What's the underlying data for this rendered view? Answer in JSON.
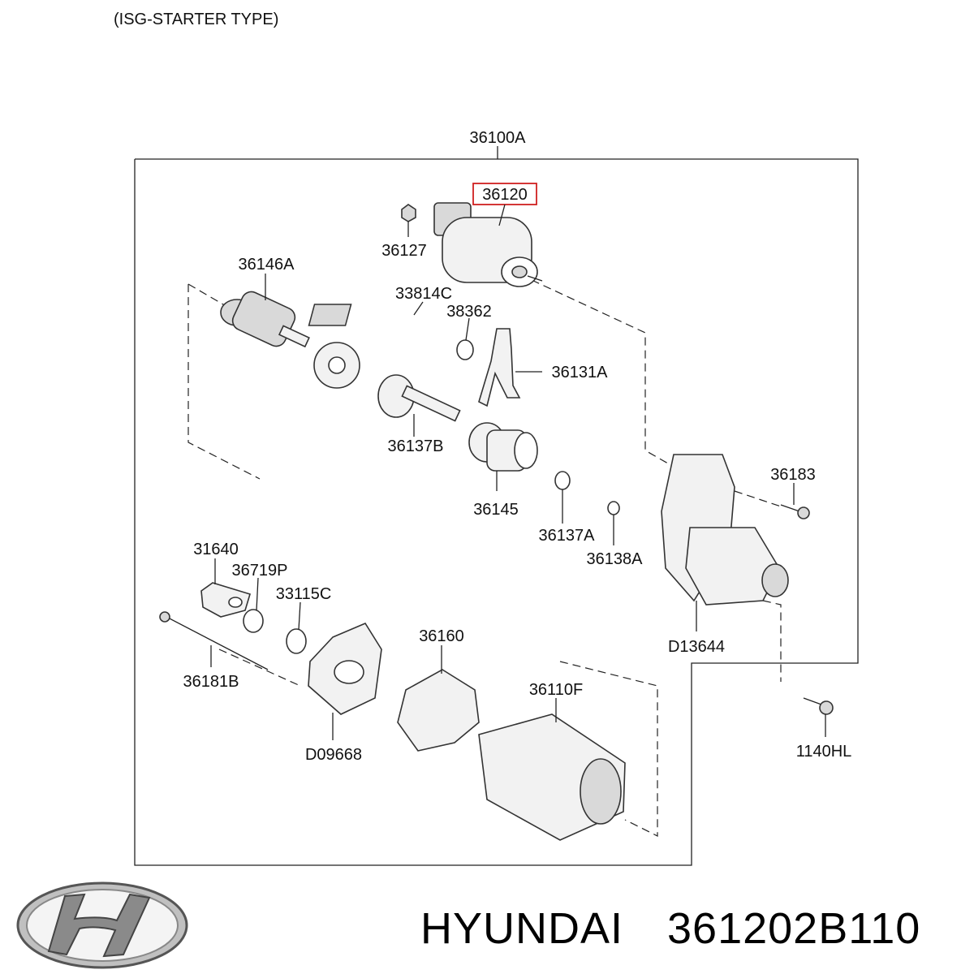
{
  "diagram": {
    "caption": "(ISG-STARTER TYPE)",
    "assembly_label": "36100A",
    "highlight_color": "#d02020",
    "parts": [
      {
        "id": "36120",
        "highlighted": true
      },
      {
        "id": "36127"
      },
      {
        "id": "36146A"
      },
      {
        "id": "33814C"
      },
      {
        "id": "38362"
      },
      {
        "id": "36131A"
      },
      {
        "id": "36137B"
      },
      {
        "id": "36145"
      },
      {
        "id": "36183"
      },
      {
        "id": "36137A"
      },
      {
        "id": "36138A"
      },
      {
        "id": "31640"
      },
      {
        "id": "36719P"
      },
      {
        "id": "33115C"
      },
      {
        "id": "36160"
      },
      {
        "id": "36110F"
      },
      {
        "id": "D13644"
      },
      {
        "id": "36181B"
      },
      {
        "id": "D09668"
      },
      {
        "id": "1140HL"
      }
    ]
  },
  "footer": {
    "logo_icon": "hyundai-logo-icon",
    "brand": "HYUNDAI",
    "part_number": "361202B110"
  }
}
